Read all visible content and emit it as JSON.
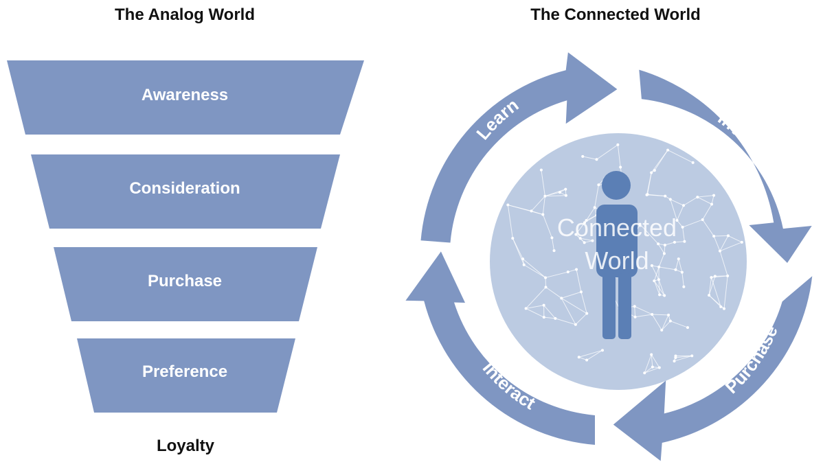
{
  "colors": {
    "stage_fill": "#7f96c2",
    "globe_fill": "#bccbe2",
    "person_fill": "#5b7fb5",
    "network_line": "#ffffff"
  },
  "analog": {
    "title": "The Analog World",
    "stages": [
      "Awareness",
      "Consideration",
      "Purchase",
      "Preference"
    ],
    "footer": "Loyalty"
  },
  "connected": {
    "title": "The Connected World",
    "cycle": [
      "Learn",
      "Investigate",
      "Purchase",
      "Interact"
    ],
    "center_label_line1": "Connected",
    "center_label_line2": "World",
    "center_icon": "person-icon"
  }
}
